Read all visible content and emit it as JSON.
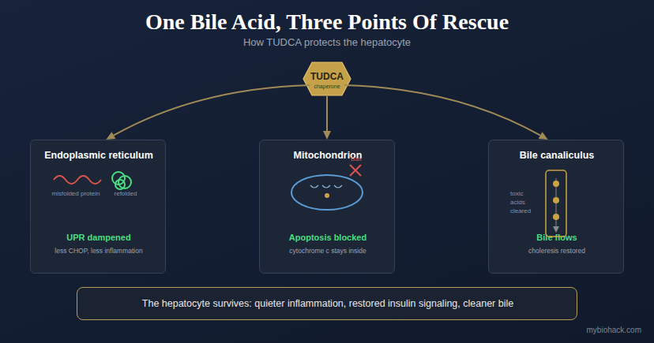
{
  "diagram": {
    "title": "One Bile Acid, Three Points Of Rescue",
    "nodes": [
      {
        "text": [
          "TUDCA",
          "chaperone"
        ]
      },
      {
        "text": [
          "Endoplasmic reticulum",
          "misfolded protein",
          "refolded",
          "UPR dampened",
          "less CHOP, less inflammation"
        ]
      },
      {
        "text": [
          "Mitochondrion",
          "Bax",
          "Apoptosis blocked",
          "cytochrome c stays inside"
        ]
      },
      {
        "text": [
          "Bile canaliculus",
          "toxic acids cleared",
          "Bile flows",
          "choleresis restored"
        ]
      },
      {
        "text": [
          "The hepatocyte survives: quieter inflammation, restored insulin signaling, cleaner bile"
        ]
      }
    ],
    "edges": [
      {
        "from": 0,
        "to": 1,
        "arrow": "to"
      },
      {
        "from": 0,
        "to": 2,
        "arrow": "to"
      },
      {
        "from": 0,
        "to": 3,
        "arrow": "to"
      }
    ],
    "labels": [
      "How TUDCA protects the hepatocyte",
      "mybiohack.com"
    ]
  }
}
